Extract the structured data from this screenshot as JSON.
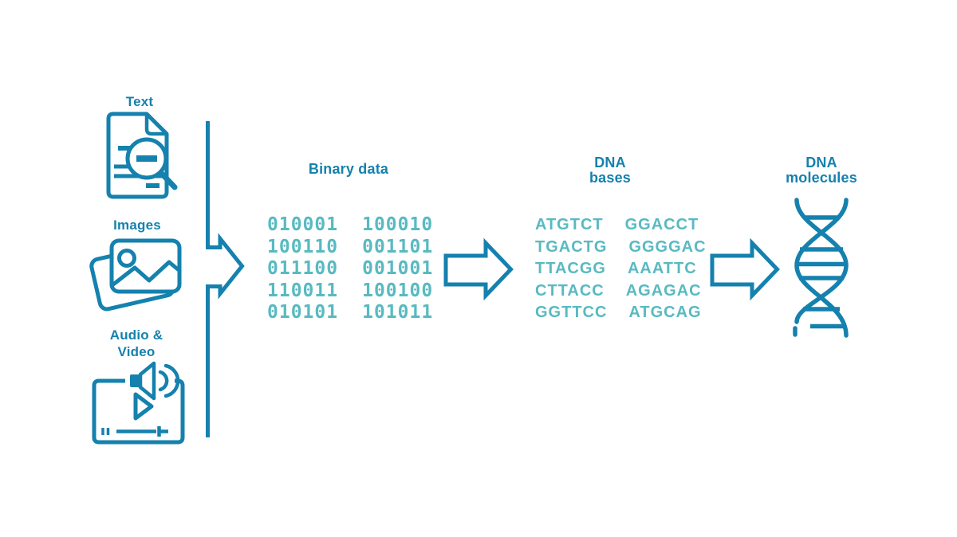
{
  "colors": {
    "primary": "#1581AE",
    "data_text": "#58BAC1",
    "background": "#FFFFFF"
  },
  "sources": {
    "items": [
      {
        "label_lines": [
          "Text"
        ],
        "icon": "document-magnifier-icon"
      },
      {
        "label_lines": [
          "Images"
        ],
        "icon": "stacked-photos-icon"
      },
      {
        "label_lines": [
          "Audio &",
          "Video"
        ],
        "icon": "video-player-speaker-icon"
      }
    ]
  },
  "flow": {
    "merge_arrow_icon": "merge-arrow-icon",
    "step_arrow_icon": "right-arrow-icon"
  },
  "binary": {
    "heading_lines": [
      "Binary data"
    ],
    "rows": [
      [
        "010001",
        "100010"
      ],
      [
        "100110",
        "001101"
      ],
      [
        "011100",
        "001001"
      ],
      [
        "110011",
        "100100"
      ],
      [
        "010101",
        "101011"
      ]
    ]
  },
  "dna_bases": {
    "heading_lines": [
      "DNA",
      "bases"
    ],
    "rows": [
      [
        "ATGTCT",
        "GGACCT"
      ],
      [
        "TGACTG",
        "GGGGAC"
      ],
      [
        "TTACGG",
        "AAATTC"
      ],
      [
        "CTTACC",
        "AGAGAC"
      ],
      [
        "GGTTCC",
        "ATGCAG"
      ]
    ]
  },
  "dna_molecules": {
    "heading_lines": [
      "DNA",
      "molecules"
    ],
    "icon": "dna-helix-icon"
  }
}
